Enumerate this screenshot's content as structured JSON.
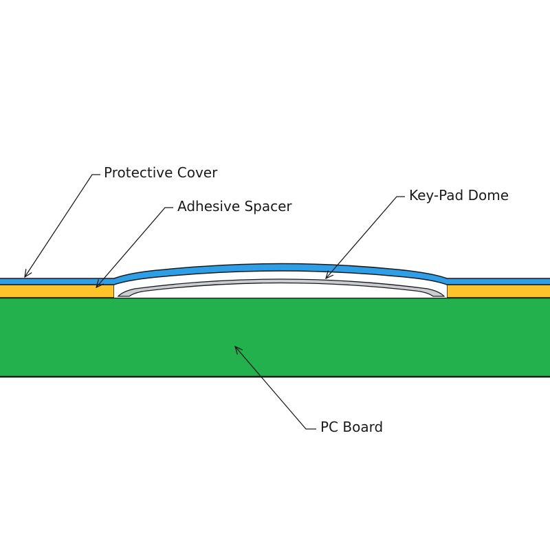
{
  "labels": {
    "protective_cover": "Protective Cover",
    "adhesive_spacer": "Adhesive Spacer",
    "keypad_dome": "Key-Pad Dome",
    "pc_board": "PC Board"
  },
  "colors": {
    "pc_board": "#23b14d",
    "adhesive_spacer": "#fcc32a",
    "protective_cover": "#2e9ee6",
    "dome_metal": "#c9ccd0",
    "outline": "#1a1a1a",
    "leader_line": "#1a1a1a",
    "background": "#ffffff"
  }
}
